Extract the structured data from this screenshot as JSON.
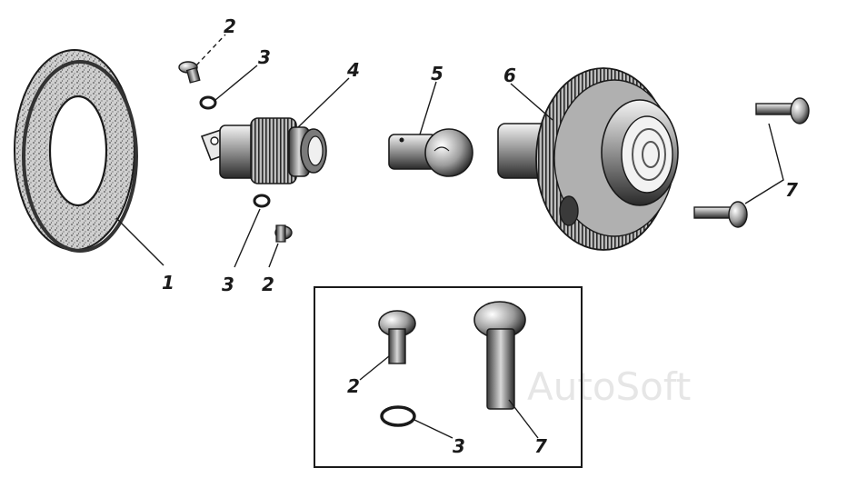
{
  "parts": {
    "gasket": {
      "label": "1"
    },
    "screw_small": {
      "label": "2",
      "top_label": "2"
    },
    "lock_washer": {
      "label": "3"
    },
    "socket": {
      "label": "4"
    },
    "bulb": {
      "label": "5"
    },
    "lens_housing": {
      "label": "6"
    },
    "screw_long": {
      "label": "7"
    }
  },
  "inset": {
    "screw_label": "2",
    "washer_label": "3",
    "long_screw_label": "7"
  },
  "watermark": "AutoSoft",
  "colors": {
    "ink": "#1a1a1a",
    "watermark": "#e6e6e6",
    "background": "#ffffff"
  }
}
